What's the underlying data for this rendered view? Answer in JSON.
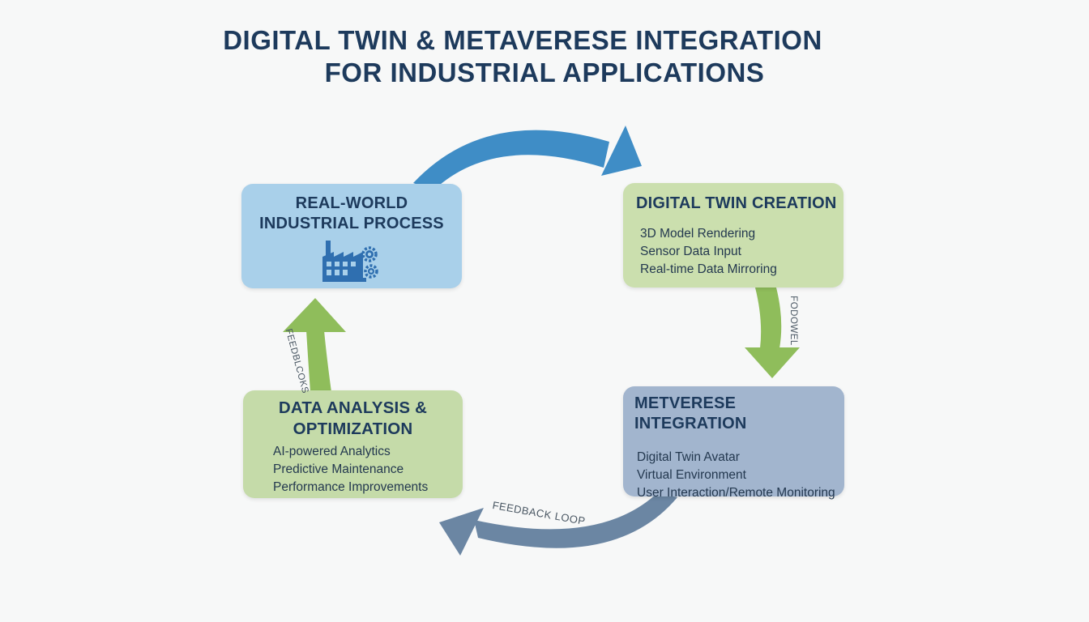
{
  "title": {
    "line1": "DIGITAL TWIN & METAVERESE INTEGRATION",
    "line2": "FOR INDUSTRIAL APPLICATIONS"
  },
  "boxes": {
    "real_world": {
      "title_line1": "REAL-WORLD",
      "title_line2": "INDUSTRIAL PROCESS",
      "icon": "factory-gears-icon"
    },
    "digital_twin": {
      "title": "DIGITAL TWIN CREATION",
      "items": [
        "3D Model Rendering",
        "Sensor Data Input",
        "Real-time Data Mirroring"
      ]
    },
    "metaverse": {
      "title": "METVERESE INTEGRATION",
      "items": [
        "Digital Twin Avatar",
        "Virtual Environment",
        "User Interaction/Remote Monitoring"
      ]
    },
    "data_analysis": {
      "title_line1": "DATA ANALYSIS &",
      "title_line2": "OPTIMIZATION",
      "items": [
        "AI-powered Analytics",
        "Predictive Maintenance",
        "Performance Improvements"
      ]
    }
  },
  "labels": {
    "left_arrow": "FEEDBLCOKS",
    "right_arrow": "FODOWEL",
    "bottom_arrow": "FEEDBACK LOOP"
  },
  "colors": {
    "title": "#1d3a5c",
    "real_world_box": "#a9d0ea",
    "digital_twin_box": "#cbdfae",
    "metaverse_box": "#a2b5ce",
    "data_analysis_box": "#c5dba9",
    "top_arrow": "#3f8dc6",
    "green_arrows": "#8fbd5b",
    "bottom_arrow": "#6b86a3"
  }
}
